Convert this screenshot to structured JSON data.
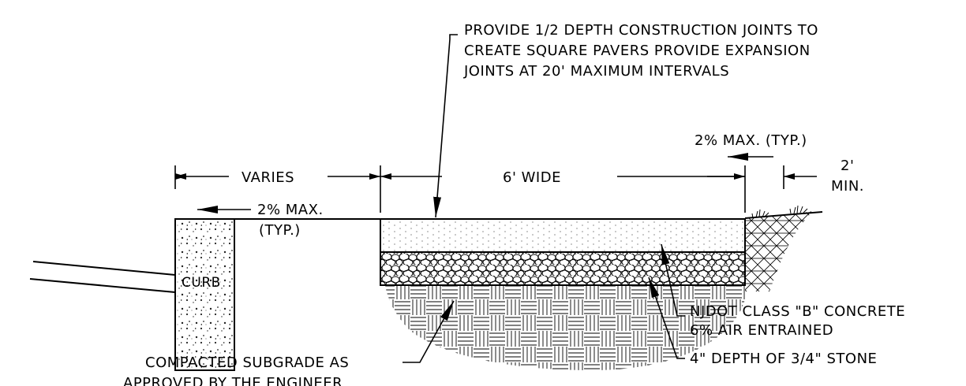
{
  "notes": {
    "construction_joints": [
      "PROVIDE 1/2 DEPTH CONSTRUCTION JOINTS TO",
      "CREATE SQUARE PAVERS PROVIDE EXPANSION",
      "JOINTS AT 20' MAXIMUM INTERVALS"
    ],
    "slope_right": "2% MAX. (TYP.)",
    "min_width": [
      "2'",
      "MIN."
    ],
    "varies": "VARIES",
    "walk_width": "6' WIDE",
    "slope_left": [
      "2% MAX.",
      "(TYP.)"
    ],
    "curb": "CURB",
    "concrete": [
      "NJDOT CLASS \"B\" CONCRETE",
      "6% AIR ENTRAINED"
    ],
    "stone": "4\" DEPTH OF 3/4\" STONE",
    "subgrade": [
      "COMPACTED SUBGRADE AS",
      "APPROVED BY THE ENGINEER"
    ]
  }
}
